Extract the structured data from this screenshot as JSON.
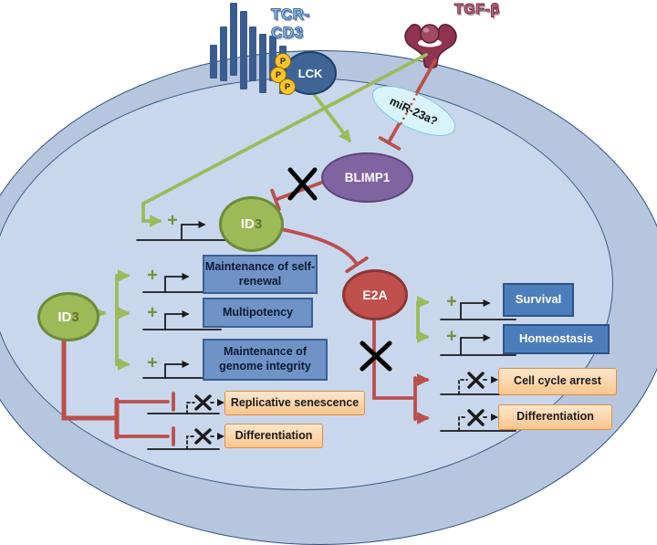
{
  "extracellular": {
    "tcr_label_line1": "TCR-",
    "tcr_label_line2": "CD3",
    "tgf_label": "TGF-β"
  },
  "nodes": {
    "lck": "LCK",
    "blimp1": "BLIMP1",
    "mir": "miR-23a?",
    "e2a": "E2A",
    "id3_center": {
      "prefix": "ID",
      "suffix": "3"
    },
    "id3_left": {
      "prefix": "ID",
      "suffix": "3"
    }
  },
  "symbols": {
    "plus": "+",
    "phospho": "P"
  },
  "outcomes": {
    "left_activated": [
      "Maintenance of self-renewal",
      "Multipotency",
      "Maintenance of genome integrity"
    ],
    "left_blocked": [
      "Replicative senescence",
      "Differentiation"
    ],
    "right_activated": [
      "Survival",
      "Homeostasis"
    ],
    "right_blocked": [
      "Cell cycle arrest",
      "Differentiation"
    ]
  },
  "palette": {
    "cell_outer": "#b6c6df",
    "cell_inner": "#c9d7ed",
    "membrane_border": "#30517c",
    "activation_green": "#9bbb59",
    "plus_green": "#76923c",
    "inhibition_red": "#bb4f4c",
    "tcr_bars_blue": "#3a5c8e",
    "lck_blue": "#3e6596",
    "blimp1_purple": "#8064a2",
    "id3_green": "#9cba57",
    "e2a_red": "#c0504d",
    "mir_cyan": "#d9f3fb",
    "phospho_gold": "#fdc428",
    "box_blue_left": "#7093c7",
    "box_blue_right": "#4d7ebc",
    "box_orange": "#f9c58d"
  }
}
